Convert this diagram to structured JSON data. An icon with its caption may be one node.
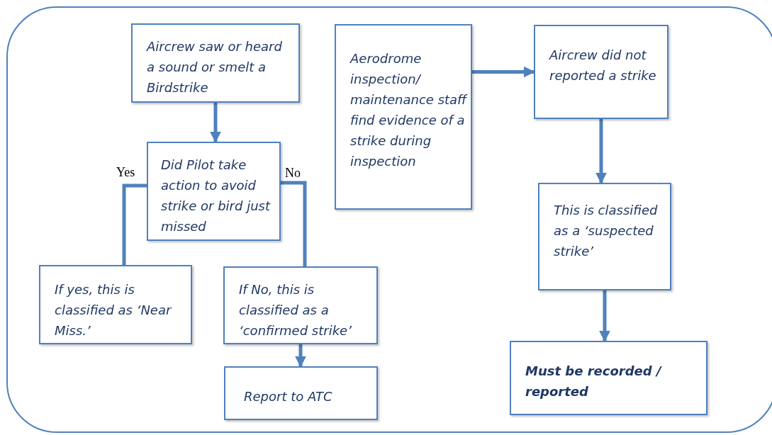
{
  "diagram": {
    "nodes": [
      {
        "text": [
          "Aircrew saw or heard a sound or smelt a Birdstrike"
        ]
      },
      {
        "text": [
          "Did Pilot take action to avoid strike or bird just missed"
        ]
      },
      {
        "text": [
          "If yes, this is classified as ‘Near Miss.’"
        ]
      },
      {
        "text": [
          "If No, this is classified as a ‘confirmed strike’"
        ]
      },
      {
        "text": [
          "Report to ATC"
        ]
      },
      {
        "text": [
          "Aerodrome inspection/ maintenance staff find evidence of a strike during inspection"
        ]
      },
      {
        "text": [
          "Aircrew did not reported a strike"
        ]
      },
      {
        "text": [
          "This is classified as a ‘suspected strike’"
        ]
      },
      {
        "text": [
          "Must be recorded / reported"
        ]
      }
    ],
    "edges": [
      {
        "from": 0,
        "to": 1,
        "arrow": "to"
      },
      {
        "from": 1,
        "to": 2,
        "arrow": "none",
        "label": "Yes"
      },
      {
        "from": 1,
        "to": 3,
        "arrow": "none",
        "label": "No"
      },
      {
        "from": 3,
        "to": 4,
        "arrow": "to"
      },
      {
        "from": 5,
        "to": 6,
        "arrow": "to"
      },
      {
        "from": 6,
        "to": 7,
        "arrow": "to"
      },
      {
        "from": 7,
        "to": 8,
        "arrow": "to"
      }
    ]
  }
}
